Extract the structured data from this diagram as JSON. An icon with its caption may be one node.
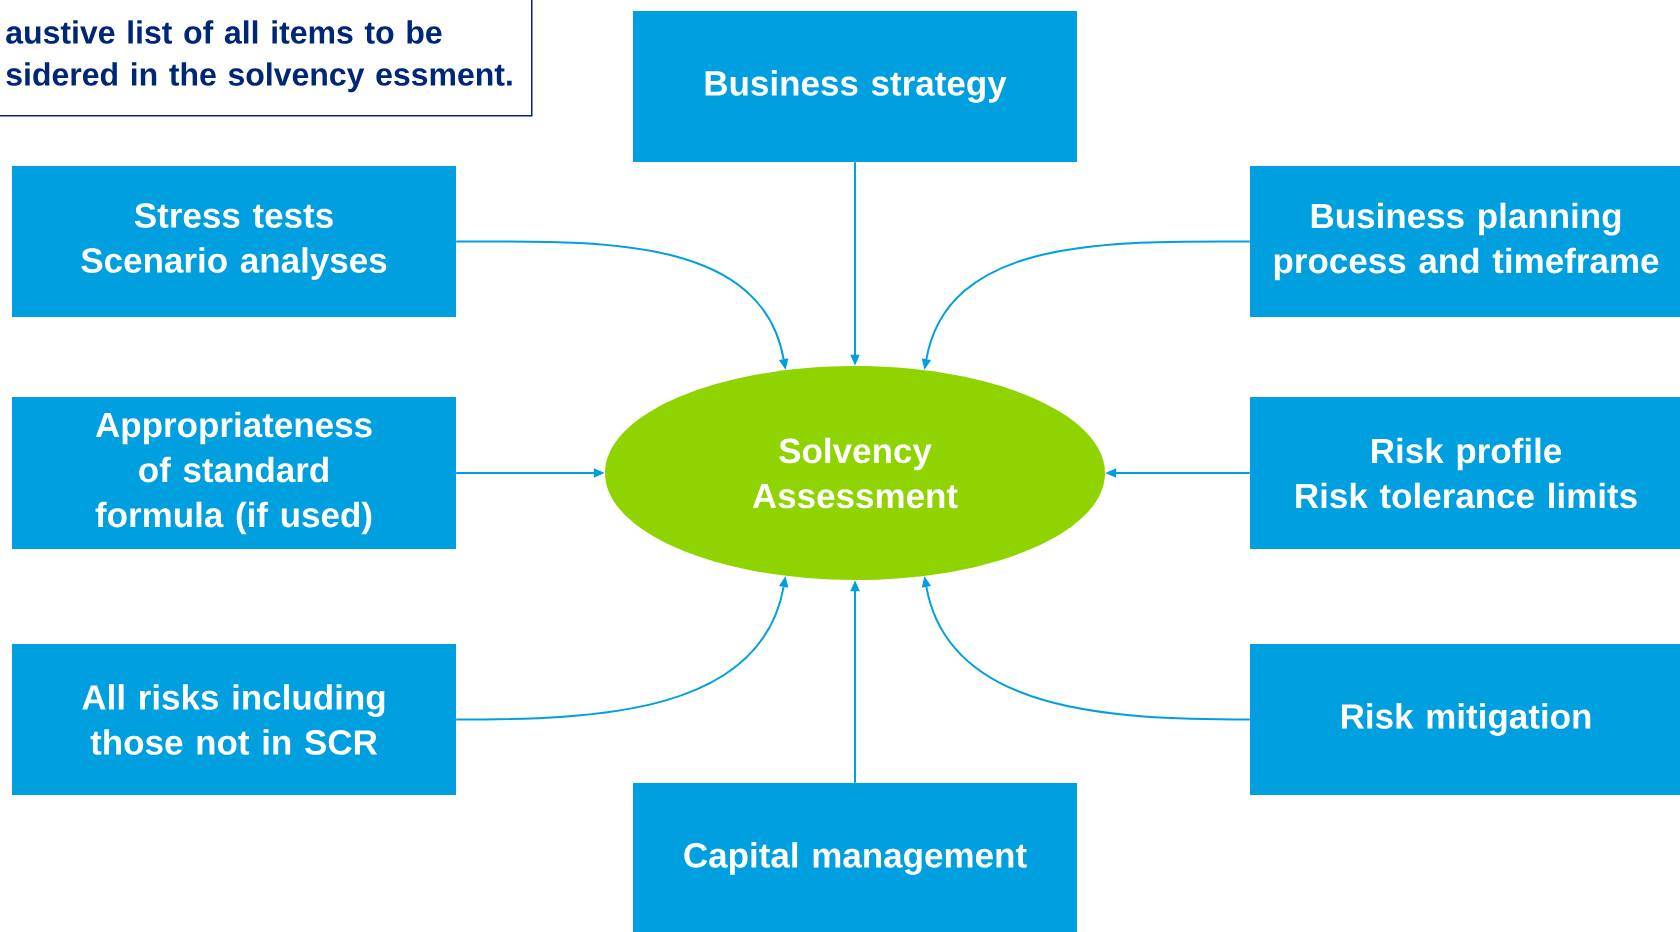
{
  "diagram": {
    "nodes": [
      {
        "text": [
          "austive list of all items to be sidered in the solvency essment."
        ]
      },
      {
        "text": [
          "Business strategy"
        ]
      },
      {
        "text": [
          "Stress tests",
          "Scenario analyses"
        ]
      },
      {
        "text": [
          "Business planning process and timeframe"
        ]
      },
      {
        "text": [
          "Appropriateness of standard formula (if used)"
        ]
      },
      {
        "text": [
          "Solvency Assessment"
        ]
      },
      {
        "text": [
          "Risk profile",
          "Risk tolerance limits"
        ]
      },
      {
        "text": [
          "All risks including those not in SCR"
        ]
      },
      {
        "text": [
          "Risk mitigation"
        ]
      },
      {
        "text": [
          "Capital management"
        ]
      }
    ],
    "edges": [
      {
        "from": 1,
        "to": 5,
        "arrow": "to"
      },
      {
        "from": 2,
        "to": 5,
        "arrow": "to"
      },
      {
        "from": 3,
        "to": 5,
        "arrow": "to"
      },
      {
        "from": 4,
        "to": 5,
        "arrow": "to"
      },
      {
        "from": 6,
        "to": 5,
        "arrow": "to"
      },
      {
        "from": 7,
        "to": 5,
        "arrow": "to"
      },
      {
        "from": 8,
        "to": 5,
        "arrow": "to"
      },
      {
        "from": 9,
        "to": 5,
        "arrow": "to"
      }
    ]
  }
}
